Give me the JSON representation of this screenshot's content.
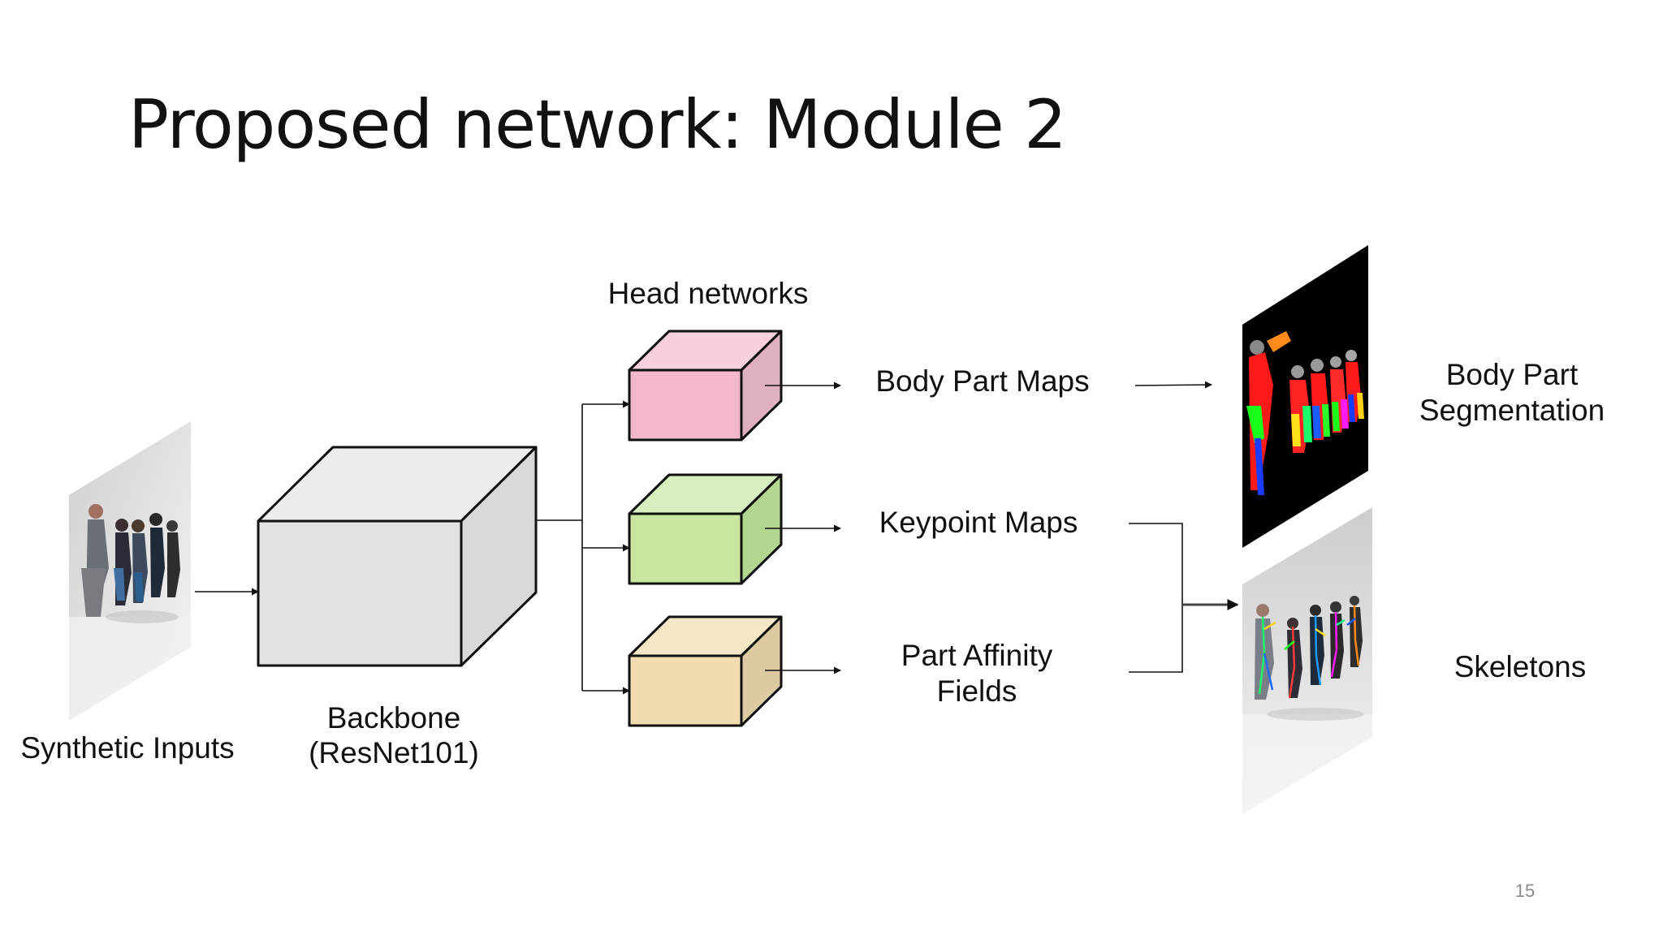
{
  "slide": {
    "title": "Proposed network: Module 2",
    "page_number": "15"
  },
  "diagram": {
    "head_networks_label": "Head networks",
    "input_label": "Synthetic Inputs",
    "backbone_label_line1": "Backbone",
    "backbone_label_line2": "(ResNet101)",
    "heads": [
      {
        "label_lines": [
          "Body Part Maps"
        ],
        "color": "#f3b8cc"
      },
      {
        "label_lines": [
          "Keypoint Maps"
        ],
        "color": "#c8e6a0"
      },
      {
        "label_lines": [
          "Part Affinity",
          "Fields"
        ],
        "color": "#f1dcb2"
      }
    ],
    "outputs": {
      "segmentation_line1": "Body Part",
      "segmentation_line2": "Segmentation",
      "skeletons": "Skeletons"
    }
  },
  "colors": {
    "backbone_fill": "#e2e2e4",
    "head_pink": "#f3b8cc",
    "head_green": "#c8e6a0",
    "head_tan": "#f1dcb2",
    "segmentation_background": "#000000"
  }
}
